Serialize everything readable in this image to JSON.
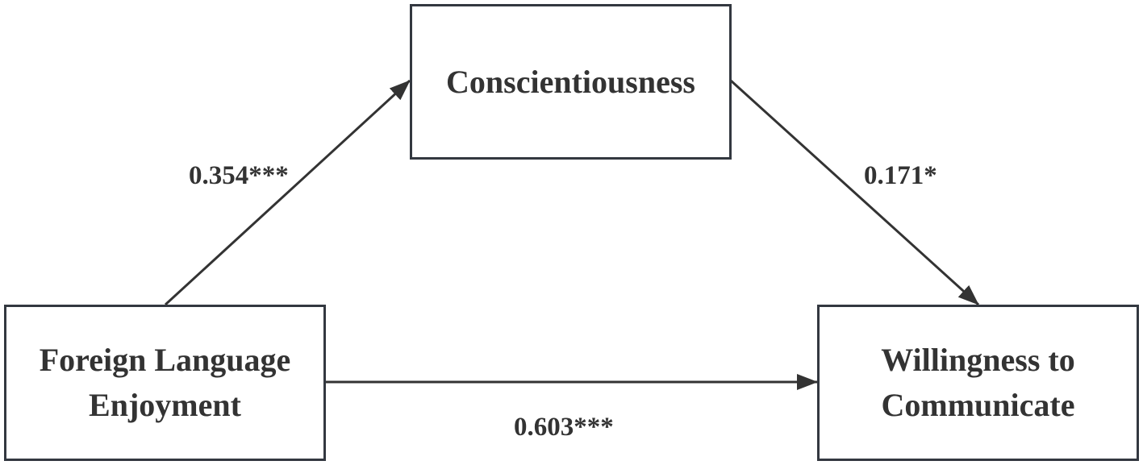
{
  "diagram": {
    "type": "mediation-model",
    "colors": {
      "stroke": "#333840",
      "text": "#333333",
      "background": "#ffffff"
    },
    "nodes": {
      "mediator": {
        "label": "Conscientiousness"
      },
      "predictor": {
        "label": "Foreign Language\nEnjoyment"
      },
      "outcome": {
        "label": "Willingness to\nCommunicate"
      }
    },
    "edges": {
      "a_path": {
        "from": "Foreign Language Enjoyment",
        "to": "Conscientiousness",
        "label": "0.354***"
      },
      "b_path": {
        "from": "Conscientiousness",
        "to": "Willingness to Communicate",
        "label": "0.171*"
      },
      "c_path": {
        "from": "Foreign Language Enjoyment",
        "to": "Willingness to Communicate",
        "label": "0.603***"
      }
    }
  }
}
